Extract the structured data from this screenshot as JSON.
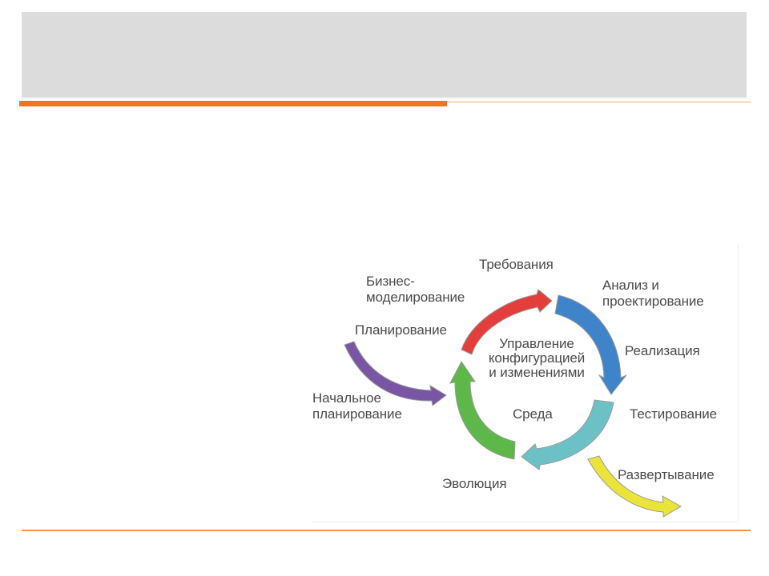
{
  "slide": {
    "title": "",
    "colors": {
      "title_band": "#dcdcdc",
      "accent": "#f6731c"
    }
  },
  "diagram": {
    "center_label": "Управление\nконфигурацией\nи изменениями",
    "inner_label": "Среда",
    "phases": [
      {
        "label": "Требования",
        "arrow_color": "#e23f3c"
      },
      {
        "label": "Анализ и\nпроектирование",
        "arrow_color": "#3f84c9"
      },
      {
        "label": "Реализация",
        "arrow_color": ""
      },
      {
        "label": "Тестирование",
        "arrow_color": "#6cc1c6"
      },
      {
        "label": "Развертывание",
        "arrow_color": "#e9e33a"
      },
      {
        "label": "Эволюция",
        "arrow_color": "#5db749"
      },
      {
        "label": "Начальное\nпланирование",
        "arrow_color": "#7856a3"
      },
      {
        "label": "Планирование",
        "arrow_color": ""
      },
      {
        "label": "Бизнес-\nмоделирование",
        "arrow_color": ""
      }
    ]
  }
}
